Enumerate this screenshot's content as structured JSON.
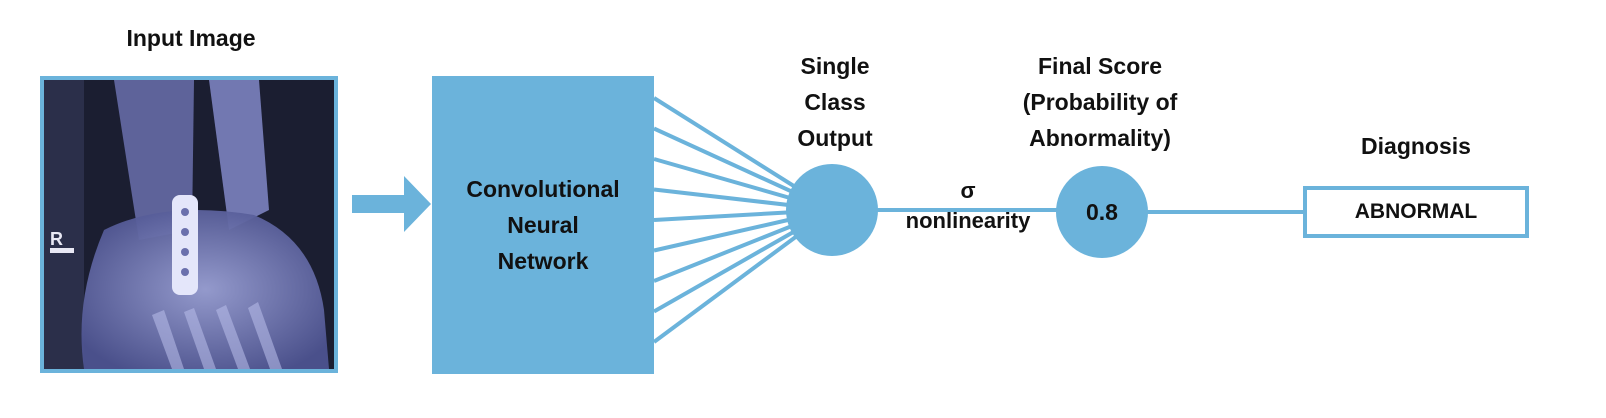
{
  "input": {
    "title": "Input Image",
    "marker": "R"
  },
  "cnn": {
    "lines": [
      "Convolutional",
      "Neural",
      "Network"
    ]
  },
  "single_output": {
    "lines": [
      "Single",
      "Class",
      "Output"
    ]
  },
  "nonlinearity": {
    "symbol": "σ",
    "label": "nonlinearity"
  },
  "final_score": {
    "lines": [
      "Final Score",
      "(Probability of",
      "Abnormality)"
    ],
    "value": "0.8"
  },
  "diagnosis": {
    "title": "Diagnosis",
    "value": "ABNORMAL"
  },
  "colors": {
    "accent": "#6bb3db"
  }
}
